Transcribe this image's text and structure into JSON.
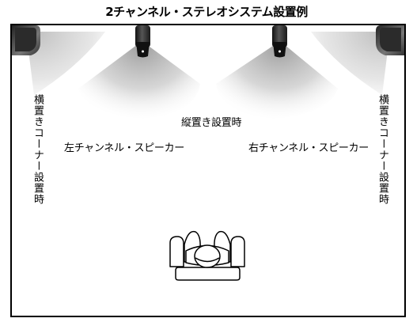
{
  "title": "2チャンネル・ステレオシステム設置例",
  "labels": {
    "vertical_install": "縦置き設置時",
    "left_speaker": "左チャンネル・スピーカー",
    "right_speaker": "右チャンネル・スピーカー",
    "left_corner": "横置きコーナー設置時",
    "right_corner": "横置きコーナー設置時"
  }
}
